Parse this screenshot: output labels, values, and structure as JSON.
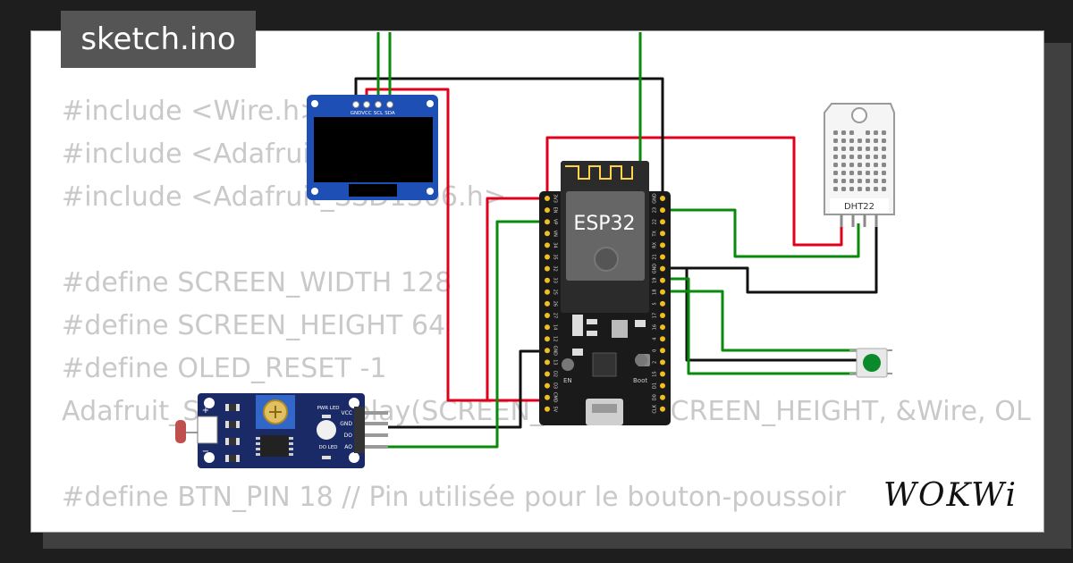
{
  "project": {
    "filename": "sketch.ino"
  },
  "code_lines": [
    "#include <Wire.h>",
    "#include <Adafruit_GFX.h>",
    "#include <Adafruit_SSD1306.h>",
    "",
    "#define SCREEN_WIDTH 128",
    "#define SCREEN_HEIGHT 64",
    "#define OLED_RESET -1",
    "Adafruit_SSD1306 display(SCREEN_WIDTH, SCREEN_HEIGHT, &Wire, OL",
    "",
    "#define BTN_PIN 18 // Pin utilisée pour le bouton-poussoir"
  ],
  "brand": {
    "name": "WOKWi"
  },
  "components": {
    "oled": {
      "pins": [
        "GND",
        "VCC",
        "SCL",
        "SDA"
      ]
    },
    "esp32": {
      "label": "ESP32",
      "left_pins": [
        "3V3",
        "EN",
        "VP",
        "VN",
        "34",
        "35",
        "32",
        "33",
        "25",
        "26",
        "27",
        "14",
        "12",
        "GND",
        "13",
        "D2",
        "D3",
        "CMD",
        "5V"
      ],
      "right_pins": [
        "GND",
        "23",
        "22",
        "TX",
        "RX",
        "21",
        "GND",
        "19",
        "18",
        "5",
        "17",
        "16",
        "4",
        "0",
        "2",
        "15",
        "D1",
        "D0",
        "CLK"
      ],
      "en_label": "EN",
      "boot_label": "Boot"
    },
    "dht22": {
      "label": "DHT22"
    },
    "ldr_module": {
      "pins": [
        "VCC",
        "GND",
        "DO",
        "AO"
      ],
      "pwr_led": "PWR\nLED",
      "do_led": "DO\nLED",
      "plus": "+",
      "minus": "−"
    }
  },
  "colors": {
    "background": "#1e1e1e",
    "card": "#ffffff",
    "code_text": "#c9c9c9",
    "wire_red": "#e0001b",
    "wire_green": "#0a8a0a",
    "wire_black": "#111111",
    "pcb_blue": "#1d4fb5",
    "esp32_board": "#1a1a1a",
    "ldr_board": "#1a2a66",
    "button_green": "#0a8a2a"
  }
}
